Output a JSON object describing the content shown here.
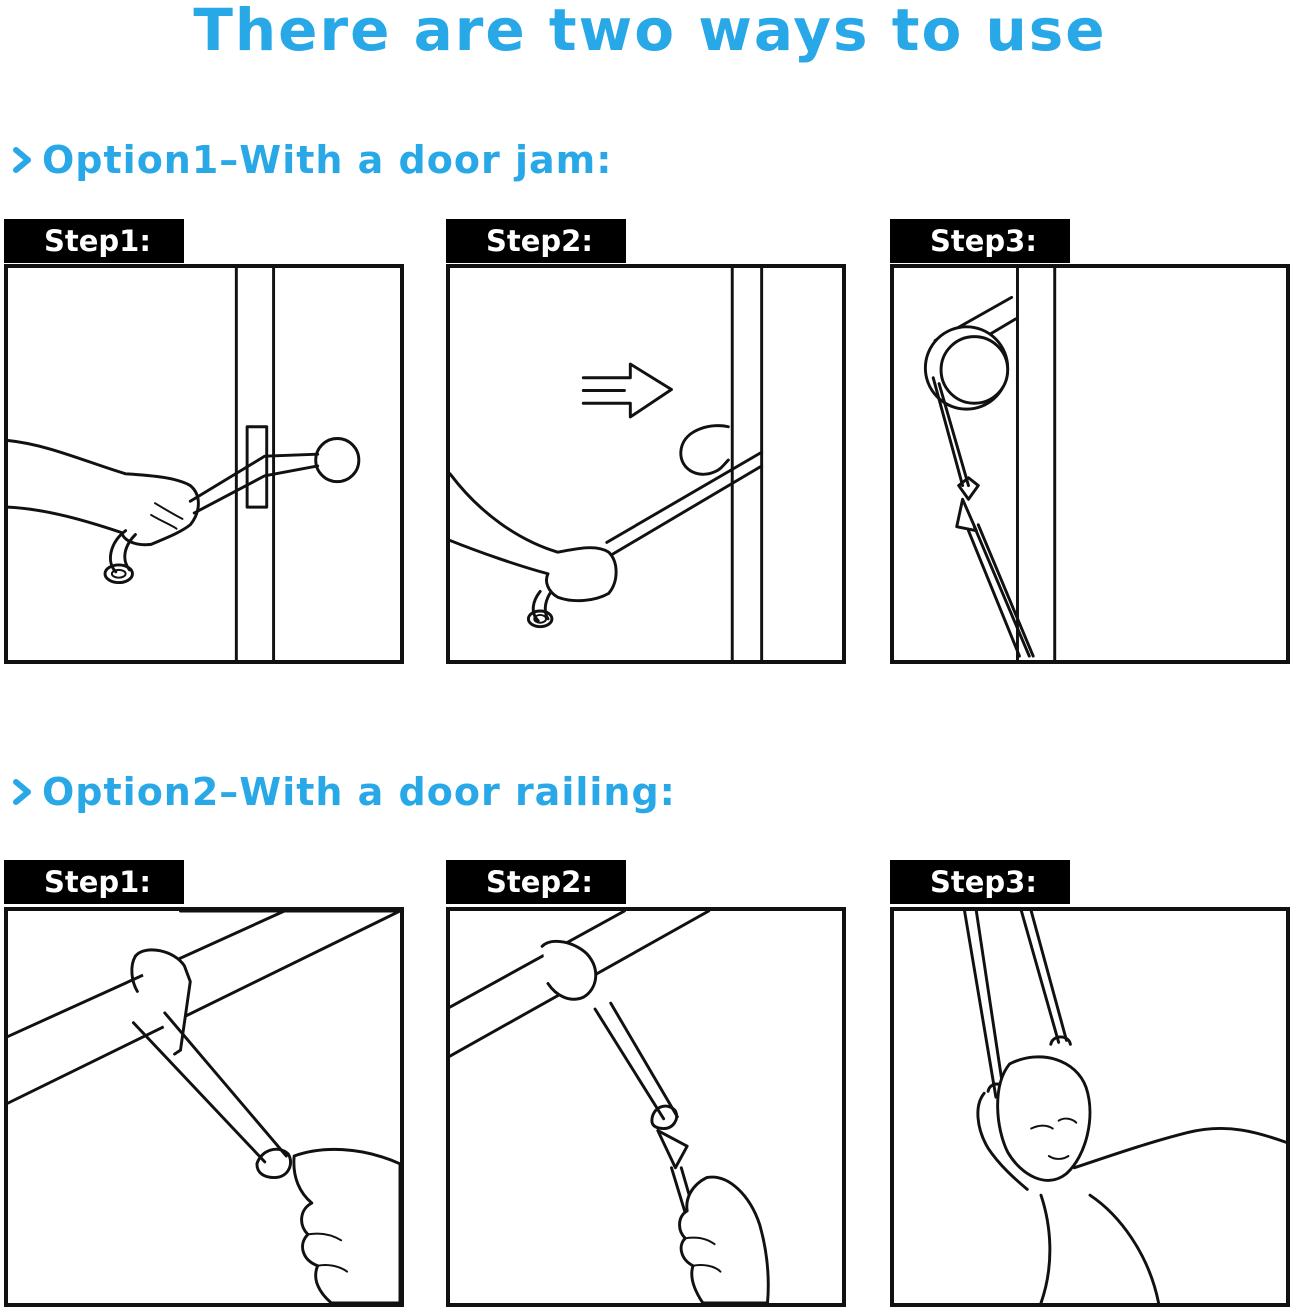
{
  "title": "There are two ways to use",
  "accent_color": "#29a8e8",
  "options": [
    {
      "heading": "Option1–With a door jam:",
      "icon": "chevron-right-icon",
      "steps": [
        {
          "label": "Step1:",
          "illustration": "hand-pulling-strap-through-door-icon"
        },
        {
          "label": "Step2:",
          "illustration": "close-door-on-ball-anchor-icon"
        },
        {
          "label": "Step3:",
          "illustration": "strap-hanging-from-door-icon"
        }
      ]
    },
    {
      "heading": "Option2–With a door railing:",
      "icon": "chevron-right-icon",
      "steps": [
        {
          "label": "Step1:",
          "illustration": "strap-looped-over-rail-icon"
        },
        {
          "label": "Step2:",
          "illustration": "hand-attaching-hook-icon"
        },
        {
          "label": "Step3:",
          "illustration": "person-using-neck-hammock-icon"
        }
      ]
    }
  ]
}
